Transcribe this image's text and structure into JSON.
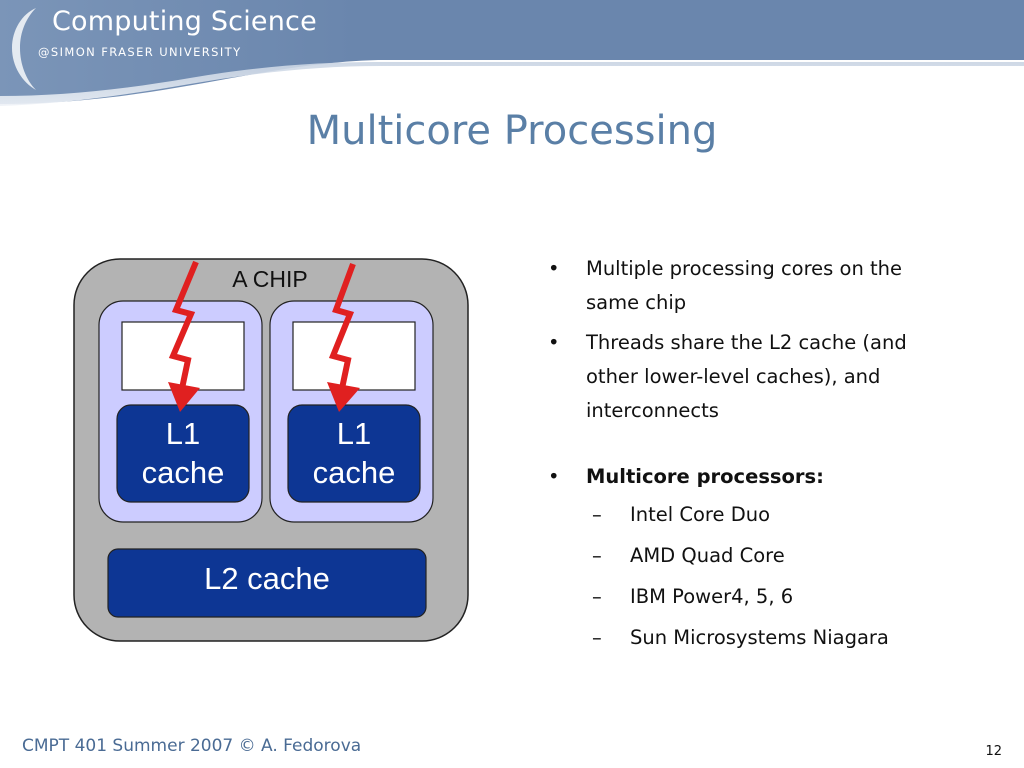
{
  "header": {
    "brand_title": "Computing Science",
    "brand_subtitle": "@SIMON FRASER UNIVERSITY",
    "banner_color": "#6a86ad"
  },
  "slide": {
    "title": "Multicore Processing",
    "title_color": "#5a7fa6"
  },
  "diagram": {
    "chip_label": "A CHIP",
    "cores": [
      {
        "l1_label_line1": "L1",
        "l1_label_line2": "cache"
      },
      {
        "l1_label_line1": "L1",
        "l1_label_line2": "cache"
      }
    ],
    "l2_label": "L2 cache",
    "colors": {
      "chip": "#b3b3b3",
      "core": "#ccccff",
      "cache": "#0d3694",
      "thread_arrow": "#e02020"
    },
    "icons": [
      "lightning-arrow-icon",
      "lightning-arrow-icon"
    ]
  },
  "bullets": [
    {
      "text": "Multiple processing cores on the same chip"
    },
    {
      "text": "Threads share the L2 cache (and other lower-level caches), and interconnects"
    },
    {
      "text": "Multicore processors:",
      "bold": true
    }
  ],
  "sub_bullets": [
    "Intel Core Duo",
    "AMD Quad Core",
    "IBM Power4, 5, 6",
    "Sun Microsystems Niagara"
  ],
  "bullet_mark": "•",
  "sub_bullet_mark": "–",
  "footer": {
    "course": "CMPT 401 Summer 2007  © A. Fedorova",
    "page_number": "12"
  }
}
